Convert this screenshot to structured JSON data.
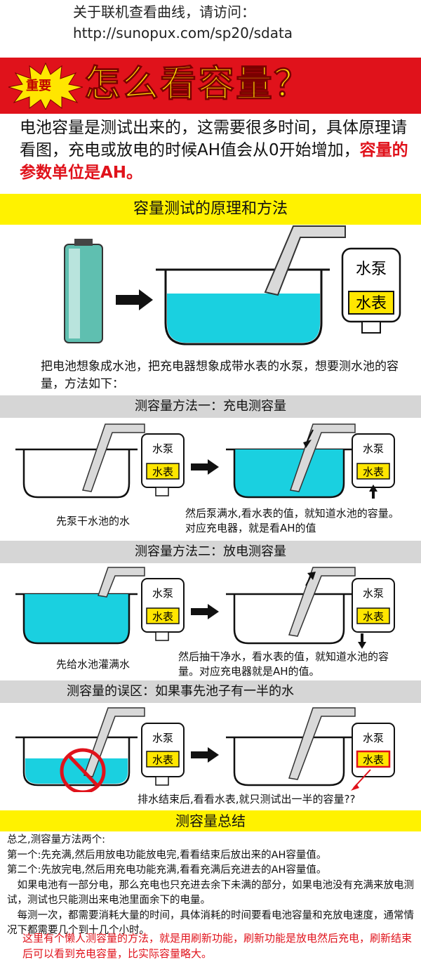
{
  "header": {
    "line1": "关于联机查看曲线，请访问：",
    "line2": "http://sunopux.com/sp20/sdata"
  },
  "banner": {
    "tag": "重要",
    "title": "怎么看容量？"
  },
  "intro": {
    "text": "电池容量是测试出来的，这需要很多时间，具体原理请看图，充电或放电的时候AH值会从0开始增加，",
    "highlight": "容量的参数单位是AH。"
  },
  "principle": {
    "title": "容量测试的原理和方法",
    "pump_label": "水泵",
    "meter_label": "水表",
    "description": "把电池想象成水池，把充电器想象成带水表的水泵，想要测水池的容量，方法如下："
  },
  "method1": {
    "title": "测容量方法一：充电测容量",
    "left_caption": "先泵干水池的水",
    "right_caption": "然后泵满水,看水表的值，就知道水池的容量。对应充电器，就是看AH的值"
  },
  "method2": {
    "title": "测容量方法二：放电测容量",
    "left_caption": "先给水池灌满水",
    "right_caption": "然后抽干净水，看水表的值，就知道水池的容量。对应充电器就是AH的值。"
  },
  "mistake": {
    "title": "测容量的误区：如果事先池子有一半的水",
    "caption": "排水结束后,看看水表,就只测试出一半的容量??"
  },
  "summary": {
    "title": "测容量总结",
    "lines": [
      "总之,测容量方法两个:",
      "第一个:先充满,然后用放电功能放电完,看看结束后放出来的AH容量值。",
      "第二个:先放完电,然后用充电功能充满,看看充满后充进去的AH容量值。",
      "　如果电池有一部分电，那么充电也只充进去余下未满的部分，如果电池没有充满来放电测试，测试也只能测出来电池里面余下的电量。",
      "　每测一次，都需要消耗大量的时间，具体消耗的时间要看电池容量和充放电速度，通常情况下都需要几个到十几个小时。"
    ],
    "red_note": "这里有个懒人测容量的方法，就是用刷新功能，刷新功能是放电然后充电，刷新结束后可以看到充电容量，比实际容量略大。"
  },
  "colors": {
    "banner_red": "#e0121b",
    "title_yellow": "#fff200",
    "water": "#1ad0e0",
    "section_gray": "#d6d6d6"
  }
}
